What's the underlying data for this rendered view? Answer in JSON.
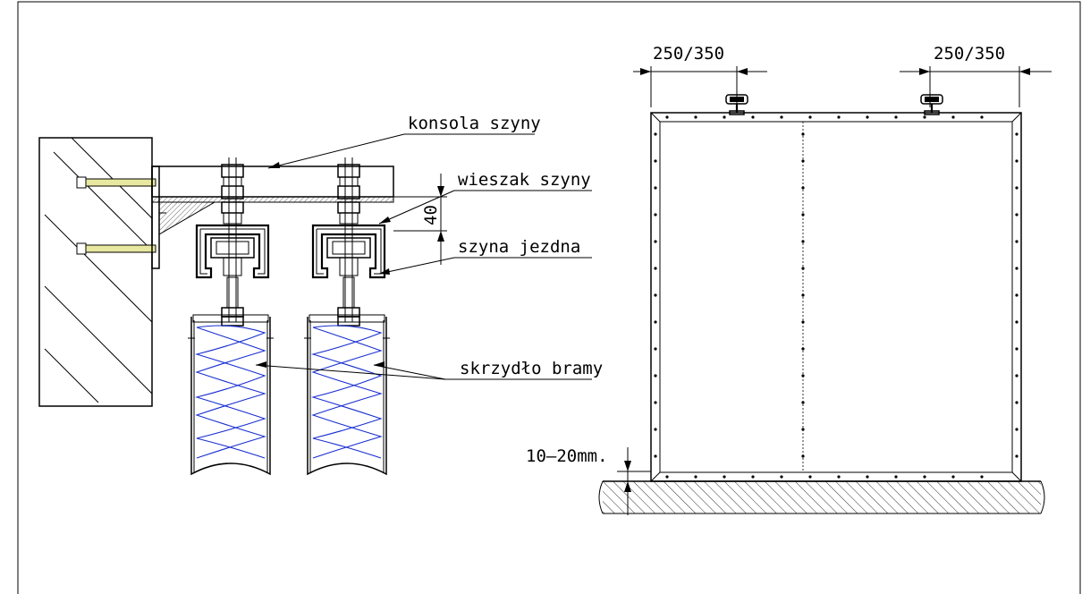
{
  "labels": {
    "rail_bracket": "konsola szyny",
    "rail_hanger": "wieszak szyny",
    "running_rail": "szyna jezdna",
    "gate_leaf": "skrzydło bramy"
  },
  "dimensions": {
    "hanger_height": "40",
    "left_trolley_offset": "250/350",
    "right_trolley_offset": "250/350",
    "floor_gap": "10–20mm."
  },
  "colors": {
    "line": "#000000",
    "insulation": "#1a2fd0",
    "anchor": "#e8e8a0"
  }
}
